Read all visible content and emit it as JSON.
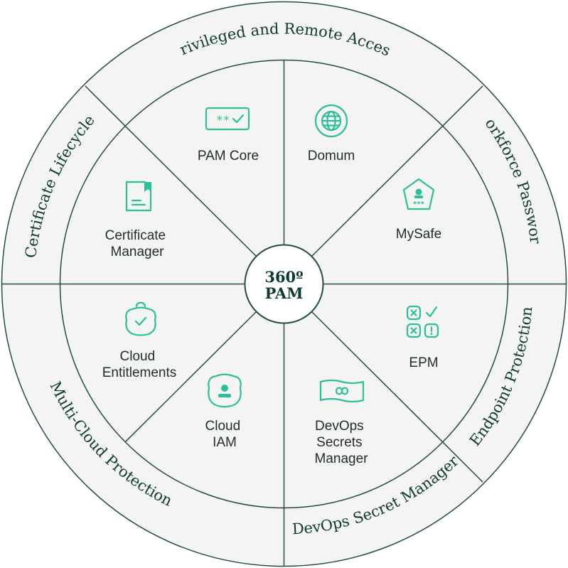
{
  "center": {
    "line1": "360º",
    "line2": "PAM"
  },
  "outer_segments": [
    {
      "label": "Privileged and Remote Access"
    },
    {
      "label": "Workforce Password"
    },
    {
      "label": "Endpoint Protection"
    },
    {
      "label": "DevOps Secret Manager"
    },
    {
      "label": "Multi-Cloud Protection"
    },
    {
      "label": "Certificate Lifecycle"
    }
  ],
  "inner_segments": [
    {
      "lines": [
        "PAM Core"
      ],
      "icon": "password-check-icon"
    },
    {
      "lines": [
        "Domum"
      ],
      "icon": "globe-icon"
    },
    {
      "lines": [
        "MySafe"
      ],
      "icon": "user-shield-icon"
    },
    {
      "lines": [
        "EPM"
      ],
      "icon": "status-grid-icon"
    },
    {
      "lines": [
        "DevOps",
        "Secrets",
        "Manager"
      ],
      "icon": "infinity-icon"
    },
    {
      "lines": [
        "Cloud",
        "IAM"
      ],
      "icon": "cloud-user-icon"
    },
    {
      "lines": [
        "Cloud",
        "Entitlements"
      ],
      "icon": "cloud-check-icon"
    },
    {
      "lines": [
        "Certificate",
        "Manager"
      ],
      "icon": "certificate-icon"
    }
  ],
  "colors": {
    "accent": "#2bbf9a",
    "line": "#234d43",
    "background": "#f4f4f2",
    "text": "#0e3b32"
  }
}
